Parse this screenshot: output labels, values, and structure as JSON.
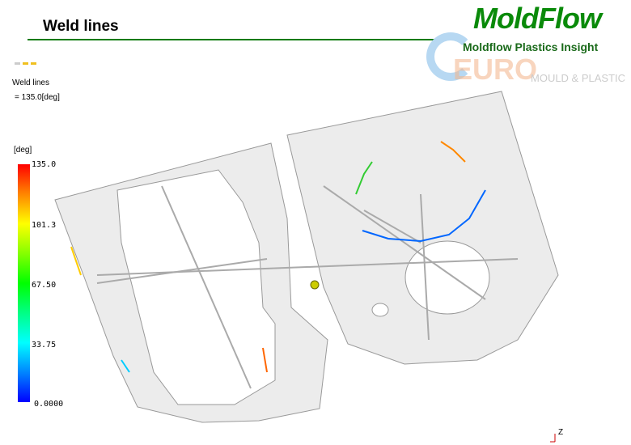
{
  "header": {
    "title": "Weld lines"
  },
  "logo": {
    "brand": "MoldFlow",
    "subtitle": "Moldflow Plastics Insight",
    "watermark": "EURO",
    "watermark_sub": "MOULD & PLASTIC"
  },
  "result": {
    "name": "Weld lines",
    "value": "= 135.0[deg]"
  },
  "legend": {
    "unit": "[deg]",
    "ticks": [
      "135.0",
      "101.3",
      "67.50",
      "33.75",
      "0.0000"
    ],
    "max": 135.0,
    "min": 0.0
  },
  "axis": {
    "label": "Z"
  }
}
